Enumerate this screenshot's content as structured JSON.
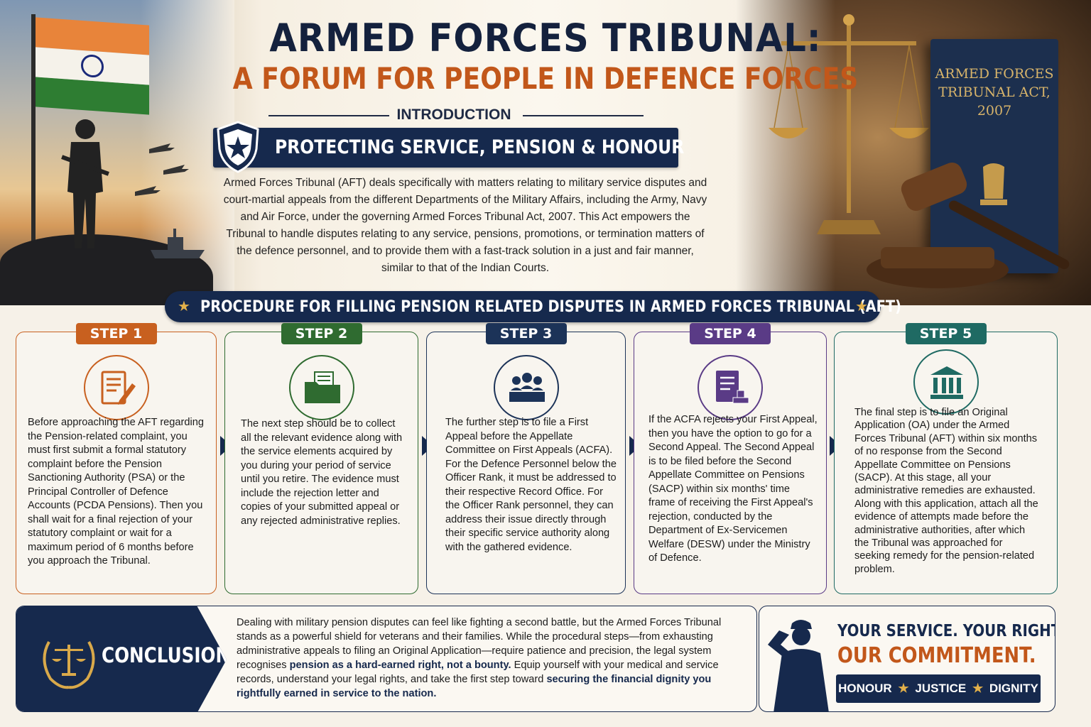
{
  "header": {
    "title": "ARMED FORCES TRIBUNAL:",
    "subtitle": "A FORUM FOR PEOPLE IN DEFENCE FORCES",
    "section_label": "INTRODUCTION",
    "banner": "PROTECTING SERVICE, PENSION & HONOUR",
    "intro_text": "Armed Forces Tribunal (AFT) deals specifically with matters relating to military service disputes and court-martial appeals from the different Departments of the Military Affairs, including the Army, Navy and Air Force, under the governing Armed Forces Tribunal Act, 2007. This Act empowers the Tribunal to handle disputes relating to any service, pensions, promotions, or termination matters of the defence personnel, and to provide them with a fast-track solution in a just and fair manner, similar to that of the Indian Courts."
  },
  "book": {
    "line1": "ARMED FORCES",
    "line2": "TRIBUNAL ACT,",
    "line3": "2007"
  },
  "procedure": {
    "title": "PROCEDURE FOR FILLING PENSION RELATED DISPUTES IN ARMED FORCES TRIBUNAL (AFT)",
    "star": "★"
  },
  "steps": [
    {
      "label": "STEP 1",
      "color": "#c8601f",
      "icon": "form-pen-icon",
      "text": "Before approaching the AFT regarding the Pension-related complaint, you must first submit a formal statutory complaint before the Pension Sanctioning Authority (PSA) or the Principal Controller of Defence Accounts (PCDA Pensions). Then you shall wait for a final rejection of your statutory complaint or wait for a maximum period of 6 months before you approach the Tribunal."
    },
    {
      "label": "STEP 2",
      "color": "#2f6b30",
      "icon": "folder-documents-icon",
      "text": "The next step should be to collect all the relevant evidence along with the service elements acquired by you during your period of service until you retire. The evidence must include the rejection letter and copies of your submitted appeal or any rejected administrative replies."
    },
    {
      "label": "STEP 3",
      "color": "#1c3358",
      "icon": "committee-icon",
      "text": "The further step is to file a First Appeal before the Appellate Committee on First Appeals (ACFA). For the Defence Personnel below the Officer Rank, it must be addressed to their respective Record Office. For the Officer Rank personnel, they can address their issue directly through their specific service authority along with the gathered evidence."
    },
    {
      "label": "STEP 4",
      "color": "#5a3b86",
      "icon": "document-stamp-icon",
      "text": "If the ACFA rejects your First Appeal, then you have the option to go for a Second Appeal. The Second Appeal is to be filed before the Second Appellate Committee on Pensions (SACP) within six months' time frame of receiving the First Appeal's rejection, conducted by the Department of Ex-Servicemen Welfare (DESW) under the Ministry of Defence."
    },
    {
      "label": "STEP 5",
      "color": "#1f6a63",
      "icon": "courthouse-icon",
      "text": "The final step is to file an Original Application (OA) under the Armed Forces Tribunal (AFT) within six months of no response from the Second Appellate Committee on Pensions (SACP). At this stage, all your administrative remedies are exhausted. Along with this application, attach all the evidence of attempts made before the administrative authorities, after which the Tribunal was approached for seeking remedy for the pension-related problem."
    }
  ],
  "conclusion": {
    "title": "CONCLUSION",
    "text_a": "Dealing with military pension disputes can feel like fighting a second battle, but the Armed Forces Tribunal stands as a powerful shield for veterans and their families. While the procedural steps—from exhausting administrative appeals to filing an Original Application—require patience and precision, the legal system recognises ",
    "bold_a": "pension as a hard-earned right, not a bounty.",
    "text_b": " Equip yourself with your medical and service records, understand your legal rights, and take the first step toward ",
    "bold_b": "securing the financial dignity you rightfully earned in service to the nation."
  },
  "motto": {
    "line1": "YOUR SERVICE. YOUR RIGHTS.",
    "line2": "OUR COMMITMENT.",
    "values": [
      "HONOUR",
      "JUSTICE",
      "DIGNITY"
    ],
    "star": "★"
  },
  "colors": {
    "navy": "#16294d",
    "orange": "#c2571a",
    "gold": "#e2b04a"
  }
}
